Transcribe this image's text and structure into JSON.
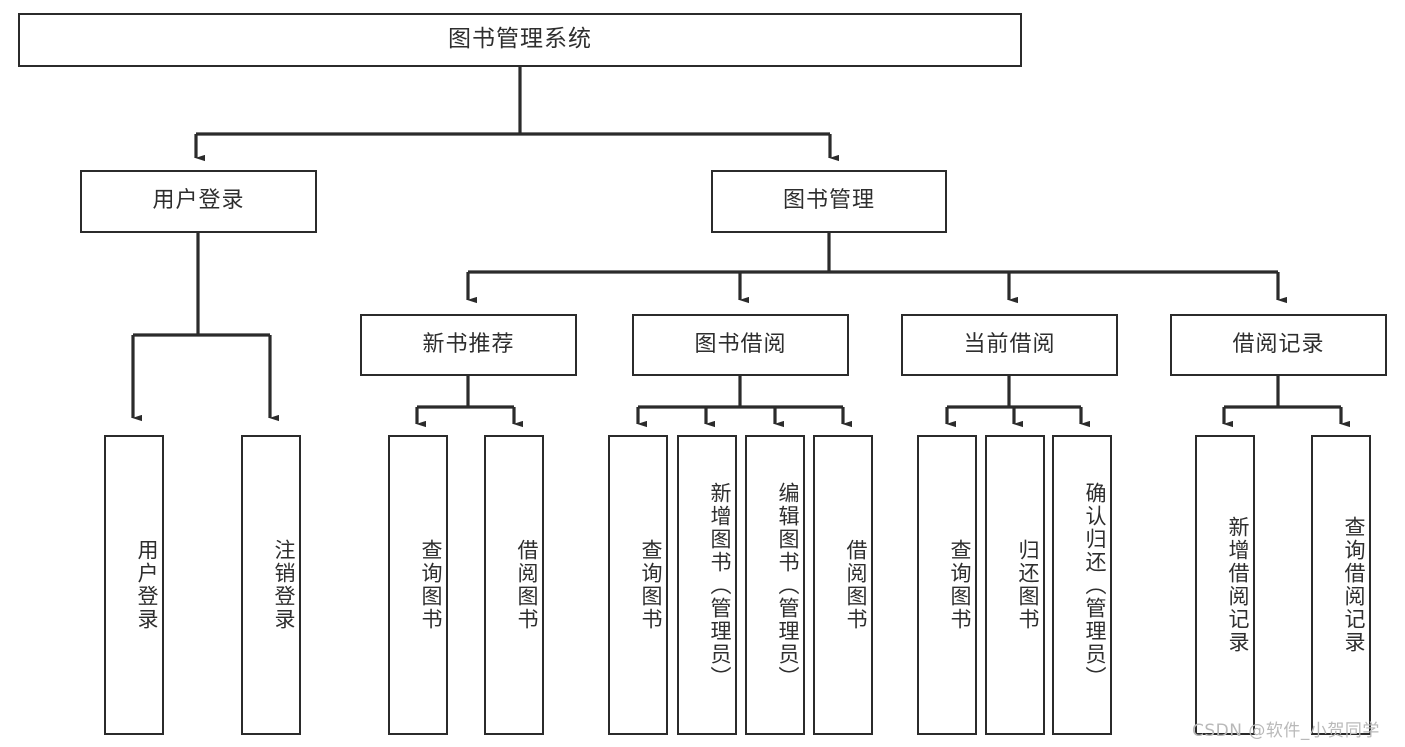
{
  "diagram": {
    "title": "图书管理系统",
    "type": "tree",
    "watermark": "CSDN @软件_小贺同学",
    "colors": {
      "stroke": "#2b2b2b",
      "text": "#2e2e2e",
      "background": "#ffffff",
      "watermark": "#b9b9b9"
    },
    "nodes": {
      "root": {
        "label": "图书管理系统",
        "level": 1,
        "orientation": "horizontal"
      },
      "user_login": {
        "label": "用户登录",
        "level": 2,
        "orientation": "horizontal"
      },
      "book_manage": {
        "label": "图书管理",
        "level": 2,
        "orientation": "horizontal"
      },
      "new_book_rec": {
        "label": "新书推荐",
        "level": 3,
        "orientation": "horizontal"
      },
      "book_borrow": {
        "label": "图书借阅",
        "level": 3,
        "orientation": "horizontal"
      },
      "current_borrow": {
        "label": "当前借阅",
        "level": 3,
        "orientation": "horizontal"
      },
      "borrow_record": {
        "label": "借阅记录",
        "level": 3,
        "orientation": "horizontal"
      },
      "leaf_user_login": {
        "label": "用户登录",
        "level": 4,
        "orientation": "vertical"
      },
      "leaf_logout": {
        "label": "注销登录",
        "level": 4,
        "orientation": "vertical"
      },
      "leaf_query_book_1": {
        "label": "查询图书",
        "level": 4,
        "orientation": "vertical"
      },
      "leaf_borrow_book_1": {
        "label": "借阅图书",
        "level": 4,
        "orientation": "vertical"
      },
      "leaf_query_book_2": {
        "label": "查询图书",
        "level": 4,
        "orientation": "vertical"
      },
      "leaf_add_book": {
        "label": "新增图书（管理员）",
        "level": 4,
        "orientation": "vertical"
      },
      "leaf_edit_book": {
        "label": "编辑图书（管理员）",
        "level": 4,
        "orientation": "vertical"
      },
      "leaf_borrow_book_2": {
        "label": "借阅图书",
        "level": 4,
        "orientation": "vertical"
      },
      "leaf_query_book_3": {
        "label": "查询图书",
        "level": 4,
        "orientation": "vertical"
      },
      "leaf_return_book": {
        "label": "归还图书",
        "level": 4,
        "orientation": "vertical"
      },
      "leaf_confirm_return": {
        "label": "确认归还（管理员）",
        "level": 4,
        "orientation": "vertical"
      },
      "leaf_add_record": {
        "label": "新增借阅记录",
        "level": 4,
        "orientation": "vertical"
      },
      "leaf_query_record": {
        "label": "查询借阅记录",
        "level": 4,
        "orientation": "vertical"
      }
    },
    "edges": [
      {
        "from": "root",
        "to": "user_login"
      },
      {
        "from": "root",
        "to": "book_manage"
      },
      {
        "from": "user_login",
        "to": "leaf_user_login"
      },
      {
        "from": "user_login",
        "to": "leaf_logout"
      },
      {
        "from": "book_manage",
        "to": "new_book_rec"
      },
      {
        "from": "book_manage",
        "to": "book_borrow"
      },
      {
        "from": "book_manage",
        "to": "current_borrow"
      },
      {
        "from": "book_manage",
        "to": "borrow_record"
      },
      {
        "from": "new_book_rec",
        "to": "leaf_query_book_1"
      },
      {
        "from": "new_book_rec",
        "to": "leaf_borrow_book_1"
      },
      {
        "from": "book_borrow",
        "to": "leaf_query_book_2"
      },
      {
        "from": "book_borrow",
        "to": "leaf_add_book"
      },
      {
        "from": "book_borrow",
        "to": "leaf_edit_book"
      },
      {
        "from": "book_borrow",
        "to": "leaf_borrow_book_2"
      },
      {
        "from": "current_borrow",
        "to": "leaf_query_book_3"
      },
      {
        "from": "current_borrow",
        "to": "leaf_return_book"
      },
      {
        "from": "current_borrow",
        "to": "leaf_confirm_return"
      },
      {
        "from": "borrow_record",
        "to": "leaf_add_record"
      },
      {
        "from": "borrow_record",
        "to": "leaf_query_record"
      }
    ]
  }
}
